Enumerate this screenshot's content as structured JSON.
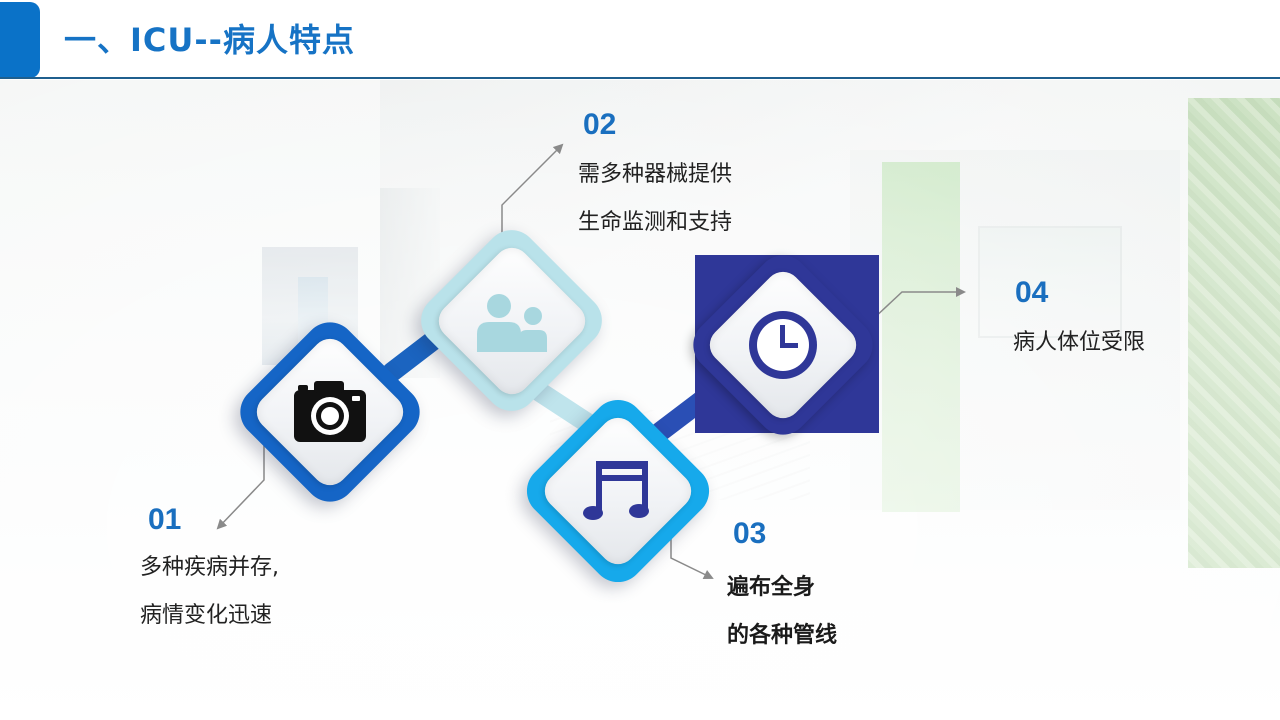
{
  "title": "一、ICU--病人特点",
  "colors": {
    "accent": "#0a72c8",
    "title_text": "#1673c5",
    "number": "#1a6fbf",
    "tile_1": "#1565c6",
    "tile_2": "#b9e2ea",
    "tile_3": "#16a9eb",
    "tile_4": "#2f3798"
  },
  "items": [
    {
      "number": "01",
      "lines": [
        "多种疾病并存,",
        "病情变化迅速"
      ],
      "icon": "camera-icon"
    },
    {
      "number": "02",
      "lines": [
        "需多种器械提供",
        "生命监测和支持"
      ],
      "icon": "people-icon"
    },
    {
      "number": "03",
      "lines": [
        "遍布全身",
        "的各种管线"
      ],
      "icon": "music-note-icon"
    },
    {
      "number": "04",
      "lines": [
        "病人体位受限"
      ],
      "icon": "clock-icon"
    }
  ]
}
